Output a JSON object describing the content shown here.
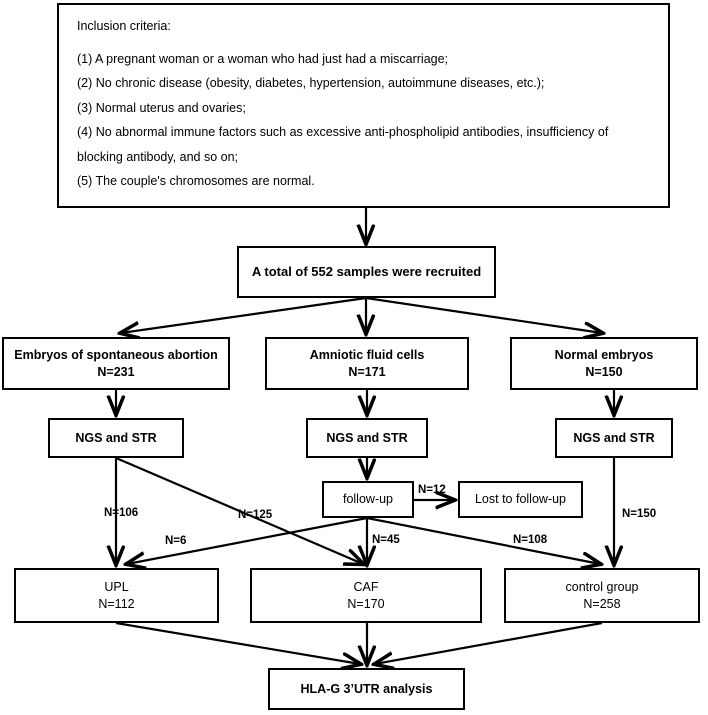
{
  "diagram": {
    "title": "Study recruitment and grouping flowchart",
    "criteria": {
      "heading": "Inclusion criteria:",
      "items": [
        "(1) A pregnant woman or a woman who had just had a miscarriage;",
        "(2) No chronic disease (obesity, diabetes, hypertension, autoimmune diseases, etc.);",
        "(3) Normal uterus and ovaries;",
        "(4) No abnormal immune factors such as excessive anti-phospholipid antibodies, insufficiency of blocking antibody, and so on;",
        "(5) The couple's chromosomes are normal."
      ]
    },
    "nodes": {
      "total": {
        "line1": "A total of 552 samples were recruited"
      },
      "group_abortion": {
        "line1": "Embryos of spontaneous abortion",
        "line2": "N=231"
      },
      "group_amniotic": {
        "line1": "Amniotic fluid cells",
        "line2": "N=171"
      },
      "group_normal": {
        "line1": "Normal embryos",
        "line2": "N=150"
      },
      "ngs_left": {
        "line1": "NGS and STR"
      },
      "ngs_mid": {
        "line1": "NGS and STR"
      },
      "ngs_right": {
        "line1": "NGS and STR"
      },
      "follow_up": {
        "line1": "follow-up"
      },
      "lost": {
        "line1": "Lost to follow-up"
      },
      "upl": {
        "line1": "UPL",
        "line2": "N=112"
      },
      "caf": {
        "line1": "CAF",
        "line2": "N=170"
      },
      "control": {
        "line1": "control group",
        "line2": "N=258"
      },
      "analysis": {
        "line1": "HLA-G 3’UTR analysis"
      }
    },
    "edge_labels": {
      "ngs_left_to_upl": "N=106",
      "ngs_left_to_caf": "N=125",
      "followup_to_upl": "N=6",
      "followup_to_lost": "N=12",
      "followup_to_caf": "N=45",
      "followup_to_control": "N=108",
      "ngs_right_to_control": "N=150"
    },
    "style": {
      "stroke": "#000000",
      "background": "#ffffff",
      "stroke_width": 2
    }
  }
}
